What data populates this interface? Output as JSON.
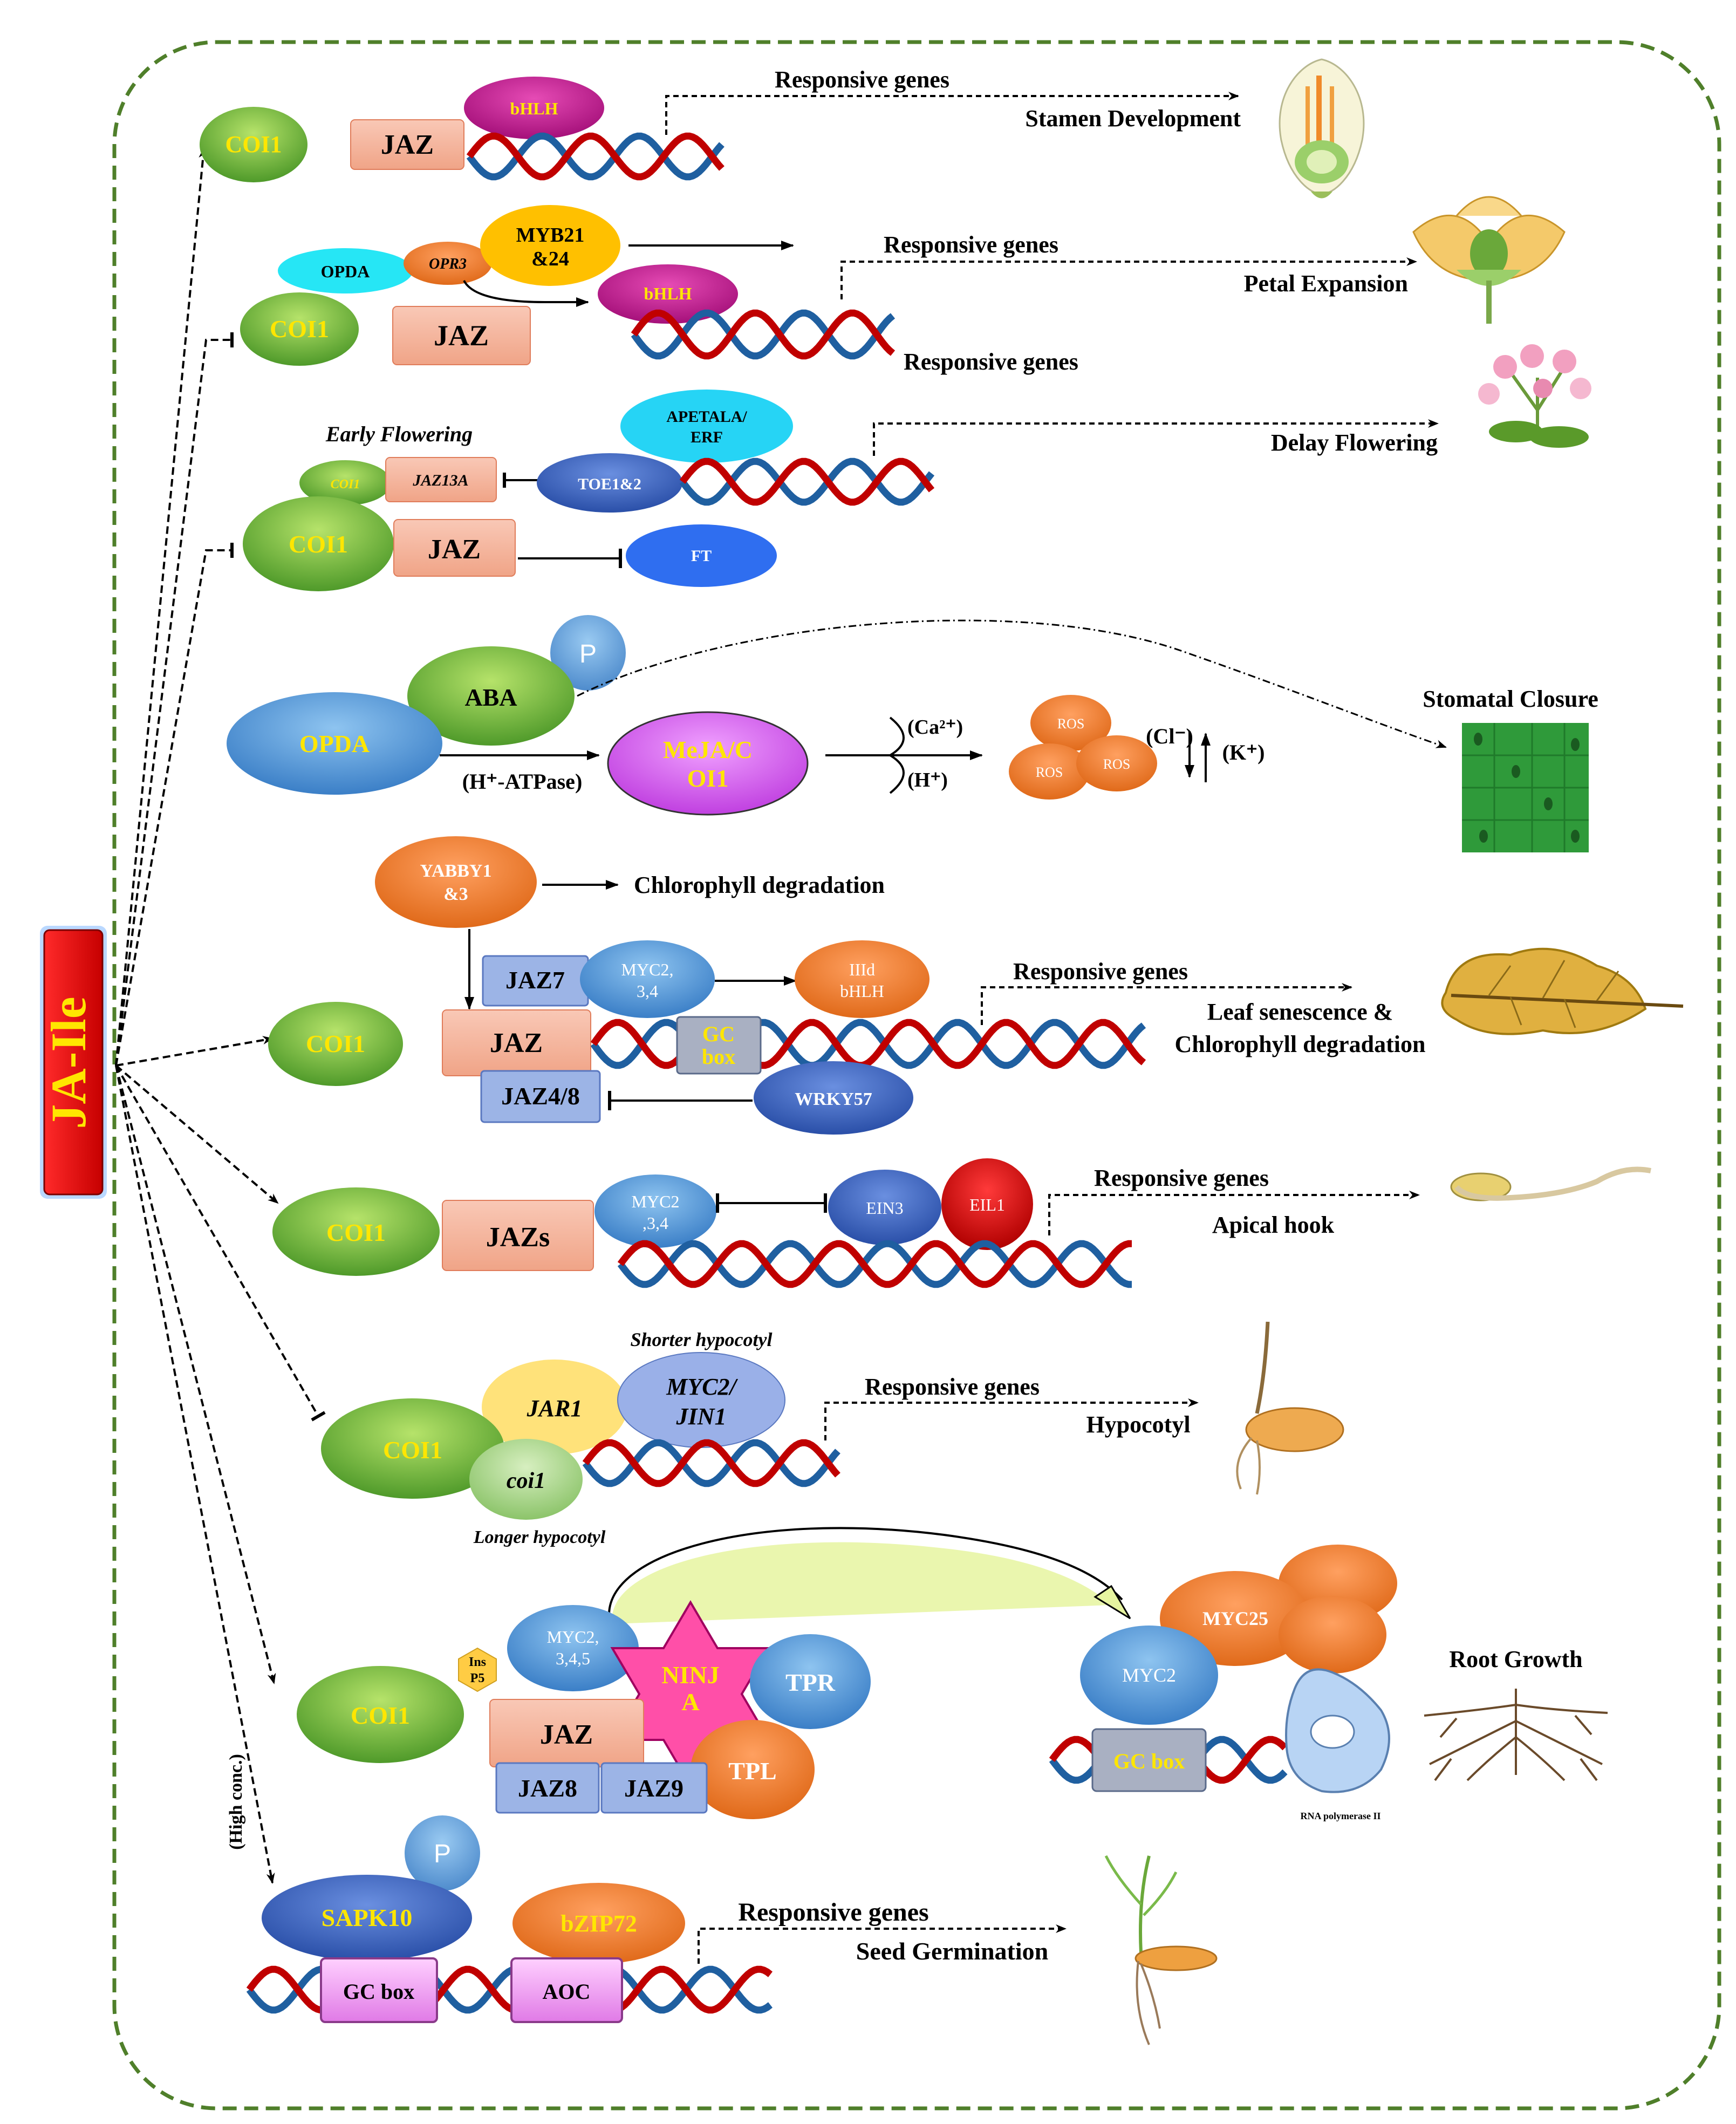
{
  "hub": "JA-Ile",
  "high_conc": "(High conc.)",
  "rows": {
    "stamen": {
      "coi1": "COI1",
      "jaz": "JAZ",
      "bhlh": "bHLH",
      "responsive": "Responsive genes",
      "outcome": "Stamen Development"
    },
    "petal": {
      "opda": "OPDA",
      "opr3": "OPR3",
      "myb": [
        "MYB21",
        "&24"
      ],
      "bhlh": "bHLH",
      "coi1": "COI1",
      "jaz": "JAZ",
      "responsive_top": "Responsive genes",
      "outcome": "Petal Expansion",
      "responsive_bottom": "Responsive genes"
    },
    "flowering": {
      "early": "Early Flowering",
      "coi1_small": "COI1",
      "jaz13a": "JAZ13A",
      "toe": "TOE1&2",
      "apetala": [
        "APETALA/",
        "ERF"
      ],
      "coi1": "COI1",
      "jaz": "JAZ",
      "ft": "FT",
      "outcome": "Delay Flowering"
    },
    "stomatal": {
      "p": "P",
      "aba": "ABA",
      "opda": "OPDA",
      "hatpase": "(H⁺-ATPase)",
      "meja": [
        "MeJA/C",
        "OI1"
      ],
      "ca": "(Ca²⁺)",
      "h": "(H⁺)",
      "ros": [
        "ROS",
        "ROS",
        "ROS"
      ],
      "cl": "(Cl⁻)",
      "k": "(K⁺)",
      "outcome": "Stomatal Closure"
    },
    "senescence": {
      "yabby": [
        "YABBY1",
        "&3"
      ],
      "chloro": "Chlorophyll degradation",
      "jaz7": "JAZ7",
      "myc": [
        "MYC2,",
        "3,4"
      ],
      "iiid": [
        "IIId",
        "bHLH"
      ],
      "responsive": "Responsive genes",
      "coi1": "COI1",
      "jaz": "JAZ",
      "gc": [
        "GC",
        "box"
      ],
      "jaz48": "JAZ4/8",
      "wrky": "WRKY57",
      "outcome": [
        "Leaf senescence &",
        "Chlorophyll degradation"
      ]
    },
    "apical": {
      "coi1": "COI1",
      "jazs": "JAZs",
      "myc": [
        "MYC2",
        ",3,4"
      ],
      "ein3": "EIN3",
      "eil1": "EIL1",
      "responsive": "Responsive genes",
      "outcome": "Apical hook"
    },
    "hypocotyl": {
      "shorter": "Shorter hypocotyl",
      "jar1": "JAR1",
      "myc": [
        "MYC2/",
        "JIN1"
      ],
      "coi1": "COI1",
      "coi1_small": "coi1",
      "longer": "Longer hypocotyl",
      "responsive": "Responsive genes",
      "outcome": "Hypocotyl"
    },
    "root": {
      "coi1": "COI1",
      "insp5": [
        "Ins",
        "P5"
      ],
      "myc": [
        "MYC2,",
        "3,4,5"
      ],
      "ninja": [
        "NINJ",
        "A"
      ],
      "tpr": "TPR",
      "jaz": "JAZ",
      "tpl": "TPL",
      "jaz8": "JAZ8",
      "jaz9": "JAZ9",
      "myc25": "MYC25",
      "myc2": "MYC2",
      "gc": "GC box",
      "rnap": "RNA polymerase II",
      "outcome": "Root Growth"
    },
    "seed": {
      "p": "P",
      "sapk": "SAPK10",
      "bzip": "bZIP72",
      "responsive": "Responsive genes",
      "gc": "GC box",
      "aoc": "AOC",
      "outcome": "Seed Germination"
    }
  },
  "colors": {
    "border": "#4f7f2a",
    "coi1": "#7cbf3a",
    "jaz": "#f4b09a",
    "bhlh": "#c71585",
    "orange": "#ed7d31",
    "blue": "#4a90d9",
    "dna_red": "#c00000",
    "dna_blue": "#1f5fa0",
    "hub_red": "#ee0000",
    "hub_text": "#ffe600",
    "yellow_text": "#ffe600"
  }
}
